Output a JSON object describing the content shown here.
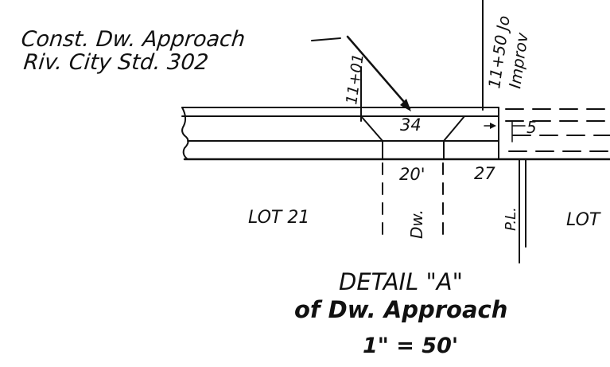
{
  "note": {
    "line1": "Const. Dw. Approach",
    "line2": "Riv. City Std. 302"
  },
  "stations": {
    "left": "11+01",
    "right": "11+50 Jo",
    "right_sub": "Improv"
  },
  "dimensions": {
    "top_width": "34",
    "bottom_width": "20'",
    "pl_offset": "27",
    "sidewalk": "5"
  },
  "lots": {
    "left": "LOT 21",
    "right": "LOT"
  },
  "labels": {
    "driveway": "Dw.",
    "property_line": "P.L."
  },
  "detail": {
    "title": "DETAIL \"A\"",
    "subtitle": "of Dw. Approach",
    "scale": "1\" = 50'"
  },
  "colors": {
    "ink": "#111111",
    "paper": "#ffffff"
  }
}
